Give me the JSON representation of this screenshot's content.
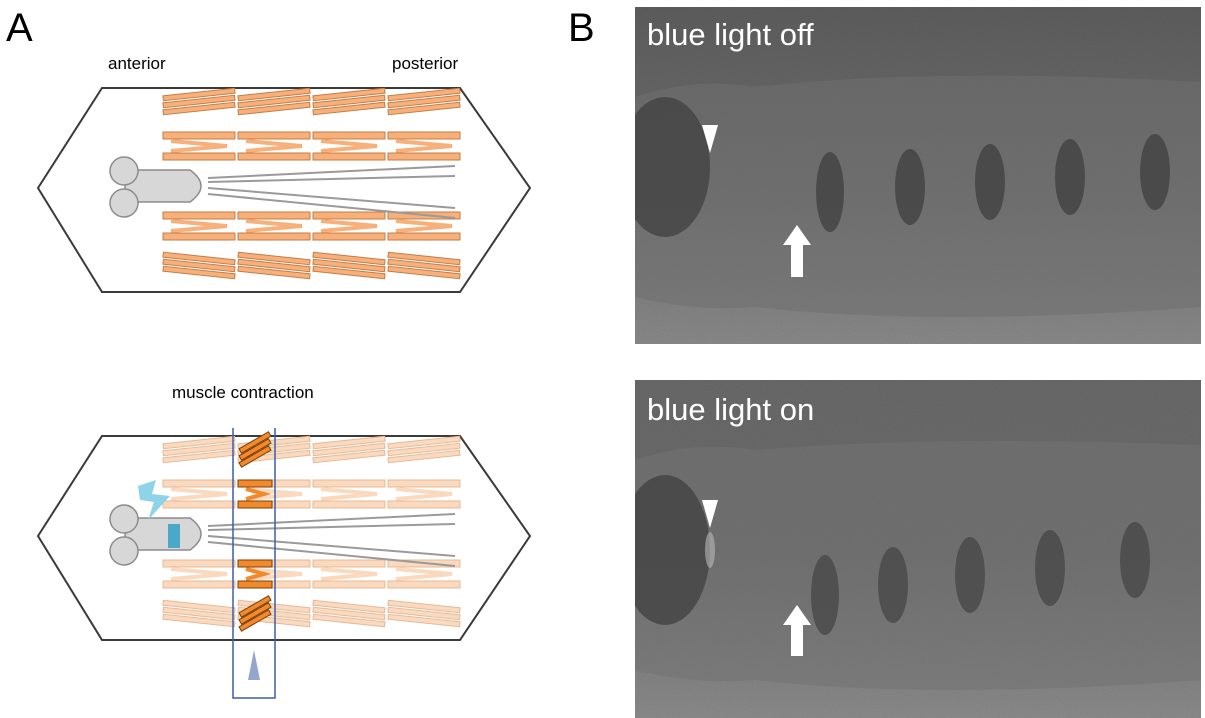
{
  "panels": {
    "a": {
      "letter": "A",
      "top": {
        "anterior_label": "anterior",
        "posterior_label": "posterior"
      },
      "bottom": {
        "contraction_label": "muscle contraction"
      }
    },
    "b": {
      "letter": "B",
      "top_photo": {
        "label": "blue light off"
      },
      "bottom_photo": {
        "label": "blue light on"
      }
    }
  },
  "colors": {
    "muscle": "#f7b07a",
    "muscle_faded": "#fbd9be",
    "muscle_active": "#f28a2c",
    "brain": "#d7d7d7",
    "light": "#8fd3e8",
    "stimulus_site": "#4aa8c8",
    "highlight_box": "#3a5fa8",
    "outline": "#3a3a3a"
  }
}
